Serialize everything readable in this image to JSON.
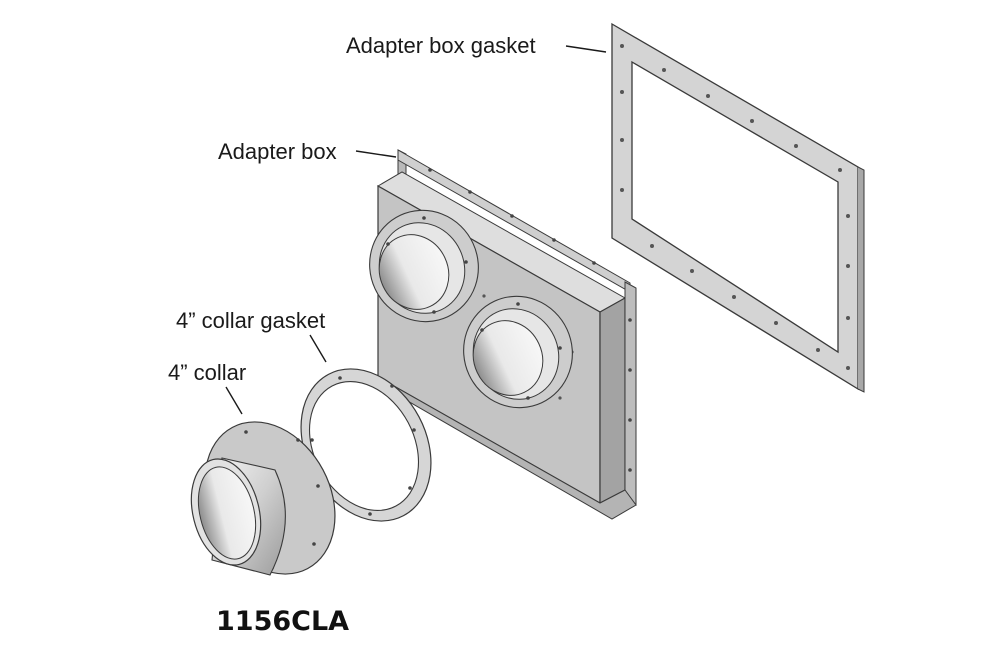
{
  "labels": {
    "adapter_box_gasket": "Adapter box gasket",
    "adapter_box": "Adapter box",
    "collar_gasket": "4” collar gasket",
    "collar": "4” collar"
  },
  "model_number": "1156CLA",
  "colors": {
    "part_light": "#d6d6d6",
    "part_mid": "#c2c2c2",
    "part_dark": "#9a9a9a",
    "edge": "#3a3a3a"
  }
}
